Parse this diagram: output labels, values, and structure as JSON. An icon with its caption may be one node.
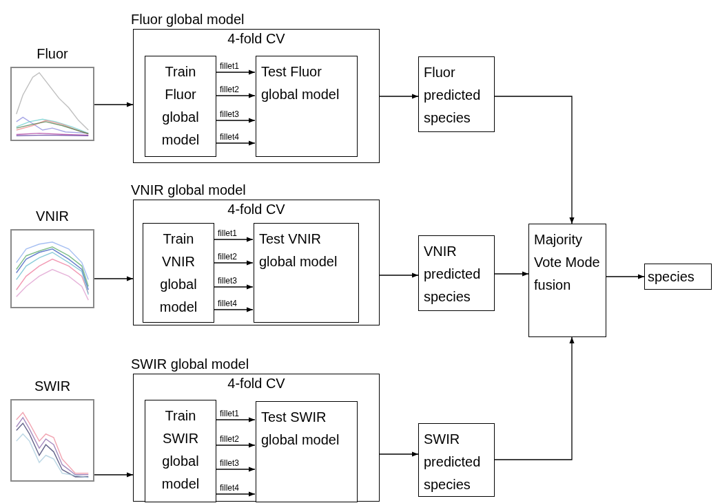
{
  "diagram": {
    "nodes": [
      {
        "text": [
          "Fluor"
        ]
      },
      {
        "text": [
          "Fluor global model",
          "4-fold CV"
        ]
      },
      {
        "text": [
          "Train Fluor global model"
        ],
        "in": 1
      },
      {
        "text": [
          "Test Fluor global model"
        ],
        "in": 1
      },
      {
        "text": [
          "Fluor predicted species"
        ]
      },
      {
        "text": [
          "VNIR"
        ]
      },
      {
        "text": [
          "VNIR global model",
          "4-fold CV"
        ]
      },
      {
        "text": [
          "Train VNIR global model"
        ],
        "in": 6
      },
      {
        "text": [
          "Test VNIR global model"
        ],
        "in": 6
      },
      {
        "text": [
          "VNIR predicted species"
        ]
      },
      {
        "text": [
          "SWIR"
        ]
      },
      {
        "text": [
          "SWIR global model",
          "4-fold CV"
        ]
      },
      {
        "text": [
          "Train SWIR global model"
        ],
        "in": 11
      },
      {
        "text": [
          "Test SWIR global model"
        ],
        "in": 11
      },
      {
        "text": [
          "SWIR predicted species"
        ]
      },
      {
        "text": [
          "Majority Vote Mode fusion"
        ]
      },
      {
        "text": [
          "species"
        ]
      }
    ],
    "edges": [
      {
        "from": 0,
        "to": 1,
        "arrow": "to"
      },
      {
        "from": 2,
        "to": 3,
        "label": "fillet1",
        "arrow": "to"
      },
      {
        "from": 2,
        "to": 3,
        "label": "fillet2",
        "arrow": "to"
      },
      {
        "from": 2,
        "to": 3,
        "label": "fillet3",
        "arrow": "to"
      },
      {
        "from": 2,
        "to": 3,
        "label": "fillet4",
        "arrow": "to"
      },
      {
        "from": 1,
        "to": 4,
        "arrow": "to"
      },
      {
        "from": 5,
        "to": 6,
        "arrow": "to"
      },
      {
        "from": 7,
        "to": 8,
        "label": "fillet1",
        "arrow": "to"
      },
      {
        "from": 7,
        "to": 8,
        "label": "fillet2",
        "arrow": "to"
      },
      {
        "from": 7,
        "to": 8,
        "label": "fillet3",
        "arrow": "to"
      },
      {
        "from": 7,
        "to": 8,
        "label": "fillet4",
        "arrow": "to"
      },
      {
        "from": 6,
        "to": 9,
        "arrow": "to"
      },
      {
        "from": 10,
        "to": 11,
        "arrow": "to"
      },
      {
        "from": 12,
        "to": 13,
        "label": "fillet1",
        "arrow": "to"
      },
      {
        "from": 12,
        "to": 13,
        "label": "fillet2",
        "arrow": "to"
      },
      {
        "from": 12,
        "to": 13,
        "label": "fillet3",
        "arrow": "to"
      },
      {
        "from": 12,
        "to": 13,
        "label": "fillet4",
        "arrow": "to"
      },
      {
        "from": 11,
        "to": 14,
        "arrow": "to"
      },
      {
        "from": 4,
        "to": 15,
        "arrow": "to"
      },
      {
        "from": 9,
        "to": 15,
        "arrow": "to"
      },
      {
        "from": 14,
        "to": 15,
        "arrow": "to"
      },
      {
        "from": 15,
        "to": 16,
        "arrow": "to"
      }
    ]
  }
}
